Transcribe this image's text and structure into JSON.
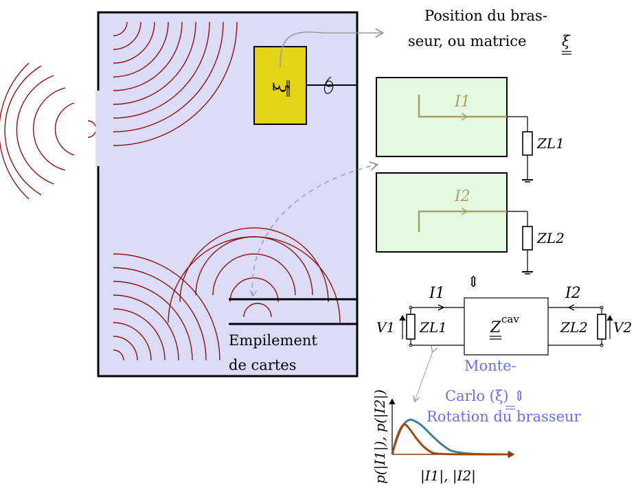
{
  "stirrer_note": {
    "line1": "Position du bras-",
    "line2": "seur, ou matrice",
    "symbol": "ξ"
  },
  "stirrer_box": {
    "symbol": "ξ"
  },
  "pcb_stack_label": {
    "line1": "Empilement",
    "line2": "de cartes"
  },
  "board1": {
    "current": "I1",
    "load": "ZL1"
  },
  "board2": {
    "current": "I2",
    "load": "ZL2"
  },
  "equivalence_arrow": "⇕",
  "circuit": {
    "i1": "I1",
    "i2": "I2",
    "v1": "V1",
    "v2": "V2",
    "zl1": "ZL1",
    "zl2": "ZL2",
    "zcav_symbol": "Z",
    "zcav_sup": "cav"
  },
  "monte_carlo": {
    "line1": "Monte-",
    "line2": "Carlo (ξ) ⇕",
    "line3": "Rotation du brasseur"
  },
  "pdf_plot": {
    "ylabel": "p(|I1|), p(|I2|)",
    "xlabel": "|I1|, |I2|"
  },
  "colors": {
    "cavity_fill": "#dcdcf7",
    "stirrer_fill": "#e3d415",
    "board_fill": "#e3f9e1",
    "wave": "#8b1010",
    "trace": "#a8a060",
    "curve1": "#3f7f92",
    "curve2": "#9a4a10",
    "link": "#9a9a9a"
  }
}
